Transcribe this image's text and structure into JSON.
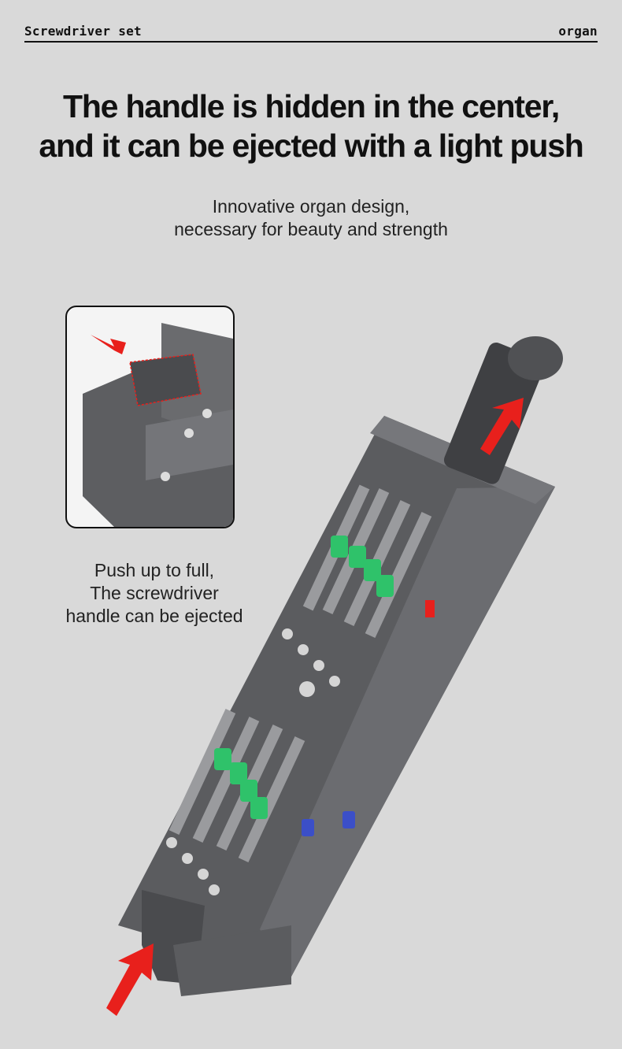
{
  "header": {
    "left": "Screwdriver set",
    "right": "organ"
  },
  "headline": {
    "line1": "The handle is hidden in the center,",
    "line2": "and it can be ejected with a light push"
  },
  "subtitle": {
    "line1": "Innovative organ design,",
    "line2": "necessary for beauty and strength"
  },
  "caption": {
    "line1": "Push up to full,",
    "line2": "The screwdriver",
    "line3": "handle can be ejected"
  },
  "colors": {
    "background": "#d9d9d9",
    "body": "#5f6063",
    "accent_green": "#2fc26a",
    "arrow_red": "#e8201c",
    "accent_blue": "#3b4fc8"
  }
}
